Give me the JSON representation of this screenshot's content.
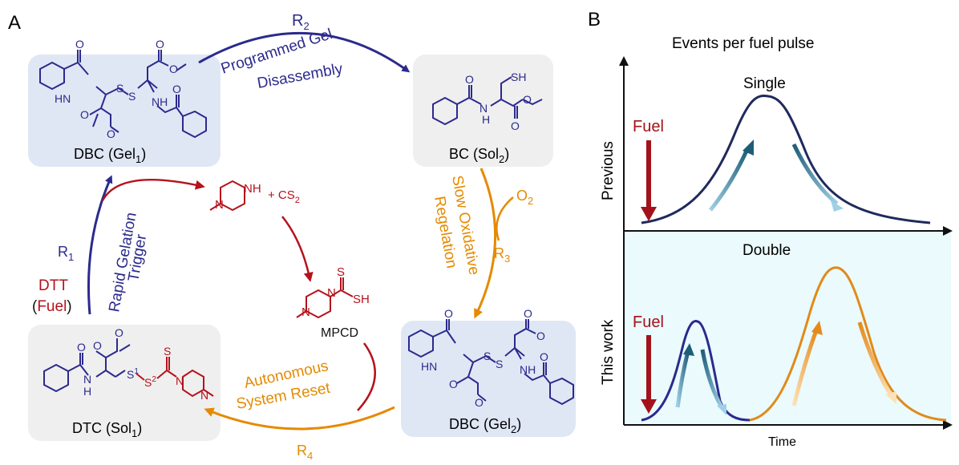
{
  "panel_a": {
    "label": "A",
    "colors": {
      "navy": "#2b2a8c",
      "red": "#b5121b",
      "orange": "#e58a00",
      "box_blue": "#dfe7f5",
      "box_gray": "#efefef"
    },
    "r2": {
      "label": "R",
      "sub": "2",
      "line1": "Programmed Gel",
      "line2": "Disassembly"
    },
    "r3": {
      "label": "R",
      "sub": "3",
      "line1": "Slow Oxidative",
      "line2": "Regelation",
      "reagent": "O",
      "reagent_sub": "2"
    },
    "r4": {
      "label": "R",
      "sub": "4",
      "line1": "Autonomous",
      "line2": "System Reset"
    },
    "r1": {
      "label": "R",
      "sub": "1",
      "line1": "Rapid Gelation",
      "line2": "Trigger",
      "reagent": "DTT",
      "fuel_open": "(",
      "fuel": "Fuel",
      "fuel_close": ")"
    },
    "dbc1": {
      "name": "DBC (Gel",
      "sub": "1",
      "close": ")"
    },
    "bc": {
      "name": "BC (Sol",
      "sub": "2",
      "close": ")"
    },
    "dbc2": {
      "name": "DBC (Gel",
      "sub": "2",
      "close": ")"
    },
    "dtc": {
      "name": "DTC (Sol",
      "sub": "1",
      "close": ")"
    },
    "center": {
      "plus": "+ CS",
      "plus_sub": "2",
      "product": "MPCD"
    },
    "atoms": {
      "O": "O",
      "N": "N",
      "H": "H",
      "NH": "NH",
      "HN": "HN",
      "S": "S",
      "SH": "SH",
      "S1": "S",
      "S1_sup": "1",
      "S2": "S",
      "S2_sup": "2"
    }
  },
  "panel_b": {
    "label": "B",
    "title": "Events per fuel pulse",
    "colors": {
      "navy": "#1f2a5c",
      "orange": "#e08a1a",
      "red": "#a3121b",
      "blue_bg": "#eafafd"
    },
    "top": {
      "row_label": "Previous",
      "curve_label": "Single",
      "fuel_label": "Fuel"
    },
    "bottom": {
      "row_label": "This work",
      "curve_label": "Double",
      "fuel_label": "Fuel"
    },
    "x_axis_label": "Time"
  }
}
